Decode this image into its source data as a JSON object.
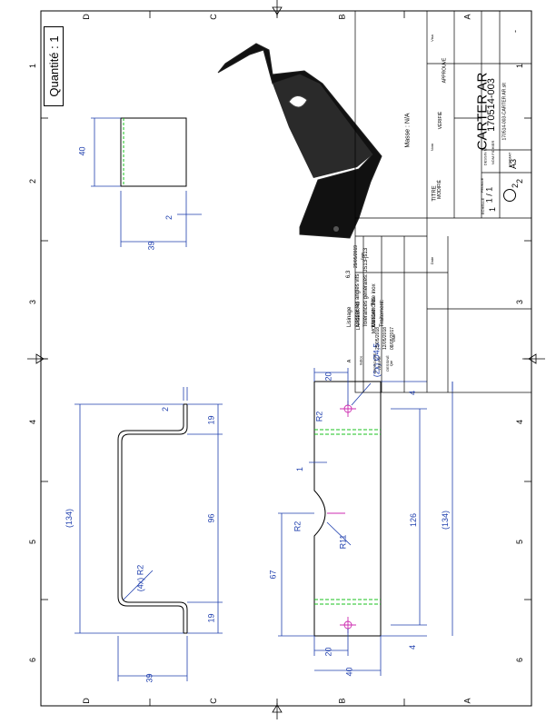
{
  "quantity_label": "Quantité : 1",
  "border": {
    "rows": [
      "D",
      "C",
      "B",
      "A"
    ],
    "cols": [
      "1",
      "2",
      "3",
      "4",
      "5",
      "6"
    ]
  },
  "views": {
    "side": {
      "height": "40",
      "thickness": "2",
      "depth": "39"
    },
    "front": {
      "overall": "(134)",
      "left_flange": "19",
      "mid": "96",
      "right_flange": "19",
      "bend_radius": "(4x) R2",
      "depth": "39",
      "thickness": "2"
    },
    "flat": {
      "top_width": "20",
      "holes": "(2x) Ø4,5",
      "radius_corner": "R2",
      "gap": "1",
      "arc_radius": "R11",
      "radius_corner2": "R2",
      "offset": "67",
      "hole_span": "126",
      "overall": "(134)",
      "edge_top": "4",
      "edge_bottom": "4",
      "bottom_width": "20",
      "width": "40"
    }
  },
  "notes": {
    "surface_value": "6,3",
    "lines": [
      "Lisinage",
      "Casser les angles vifs",
      "Tolérances générales: JS13-js13",
      "Matière: Tôle inox",
      "Traitement:"
    ],
    "mass": "Masse : N/A"
  },
  "title_block": {
    "title": "CARTER AR",
    "drawing_no": "170514-003",
    "file_name": "170514-003-CARTER AR.slt",
    "scale_label": "ÉCHELLE",
    "scale": "1",
    "sheet_label": "FEUILLE",
    "sheet": "1 / 1",
    "format_label": "FORMAT",
    "format": "A3",
    "dessin_label": "DESSIN N°",
    "nom_label": "NOM FICHIER",
    "titre_label": "TITRE",
    "nom_h": "Nom",
    "date_h": "Date",
    "visa_h": "Visa",
    "modifie": "MODIFIÉ",
    "verifie": "VÉRIFIÉ",
    "approuve": "APPROUVÉ",
    "rev_rows": [
      {
        "ind": "A",
        "mod": "LARGEUR 40",
        "date": "29/05/2019"
      },
      {
        "ind": "Indice",
        "mod": "MODIFICATIONS",
        "date": "Date"
      }
    ],
    "people": [
      {
        "role": "APPROUVÉ",
        "date": "25/05/2018"
      },
      {
        "role": "VÉRIFIÉ",
        "date": "12/05/2018"
      },
      {
        "role": "DESSINÉ",
        "date": "08/05/2017"
      },
      {
        "role": "Qté",
        "date": "Date"
      }
    ],
    "sheet_number": "2",
    "dash": "-"
  },
  "colors": {
    "dim": "#1f3fae",
    "hole": "#cc2bb0",
    "bend": "#19c21c"
  }
}
